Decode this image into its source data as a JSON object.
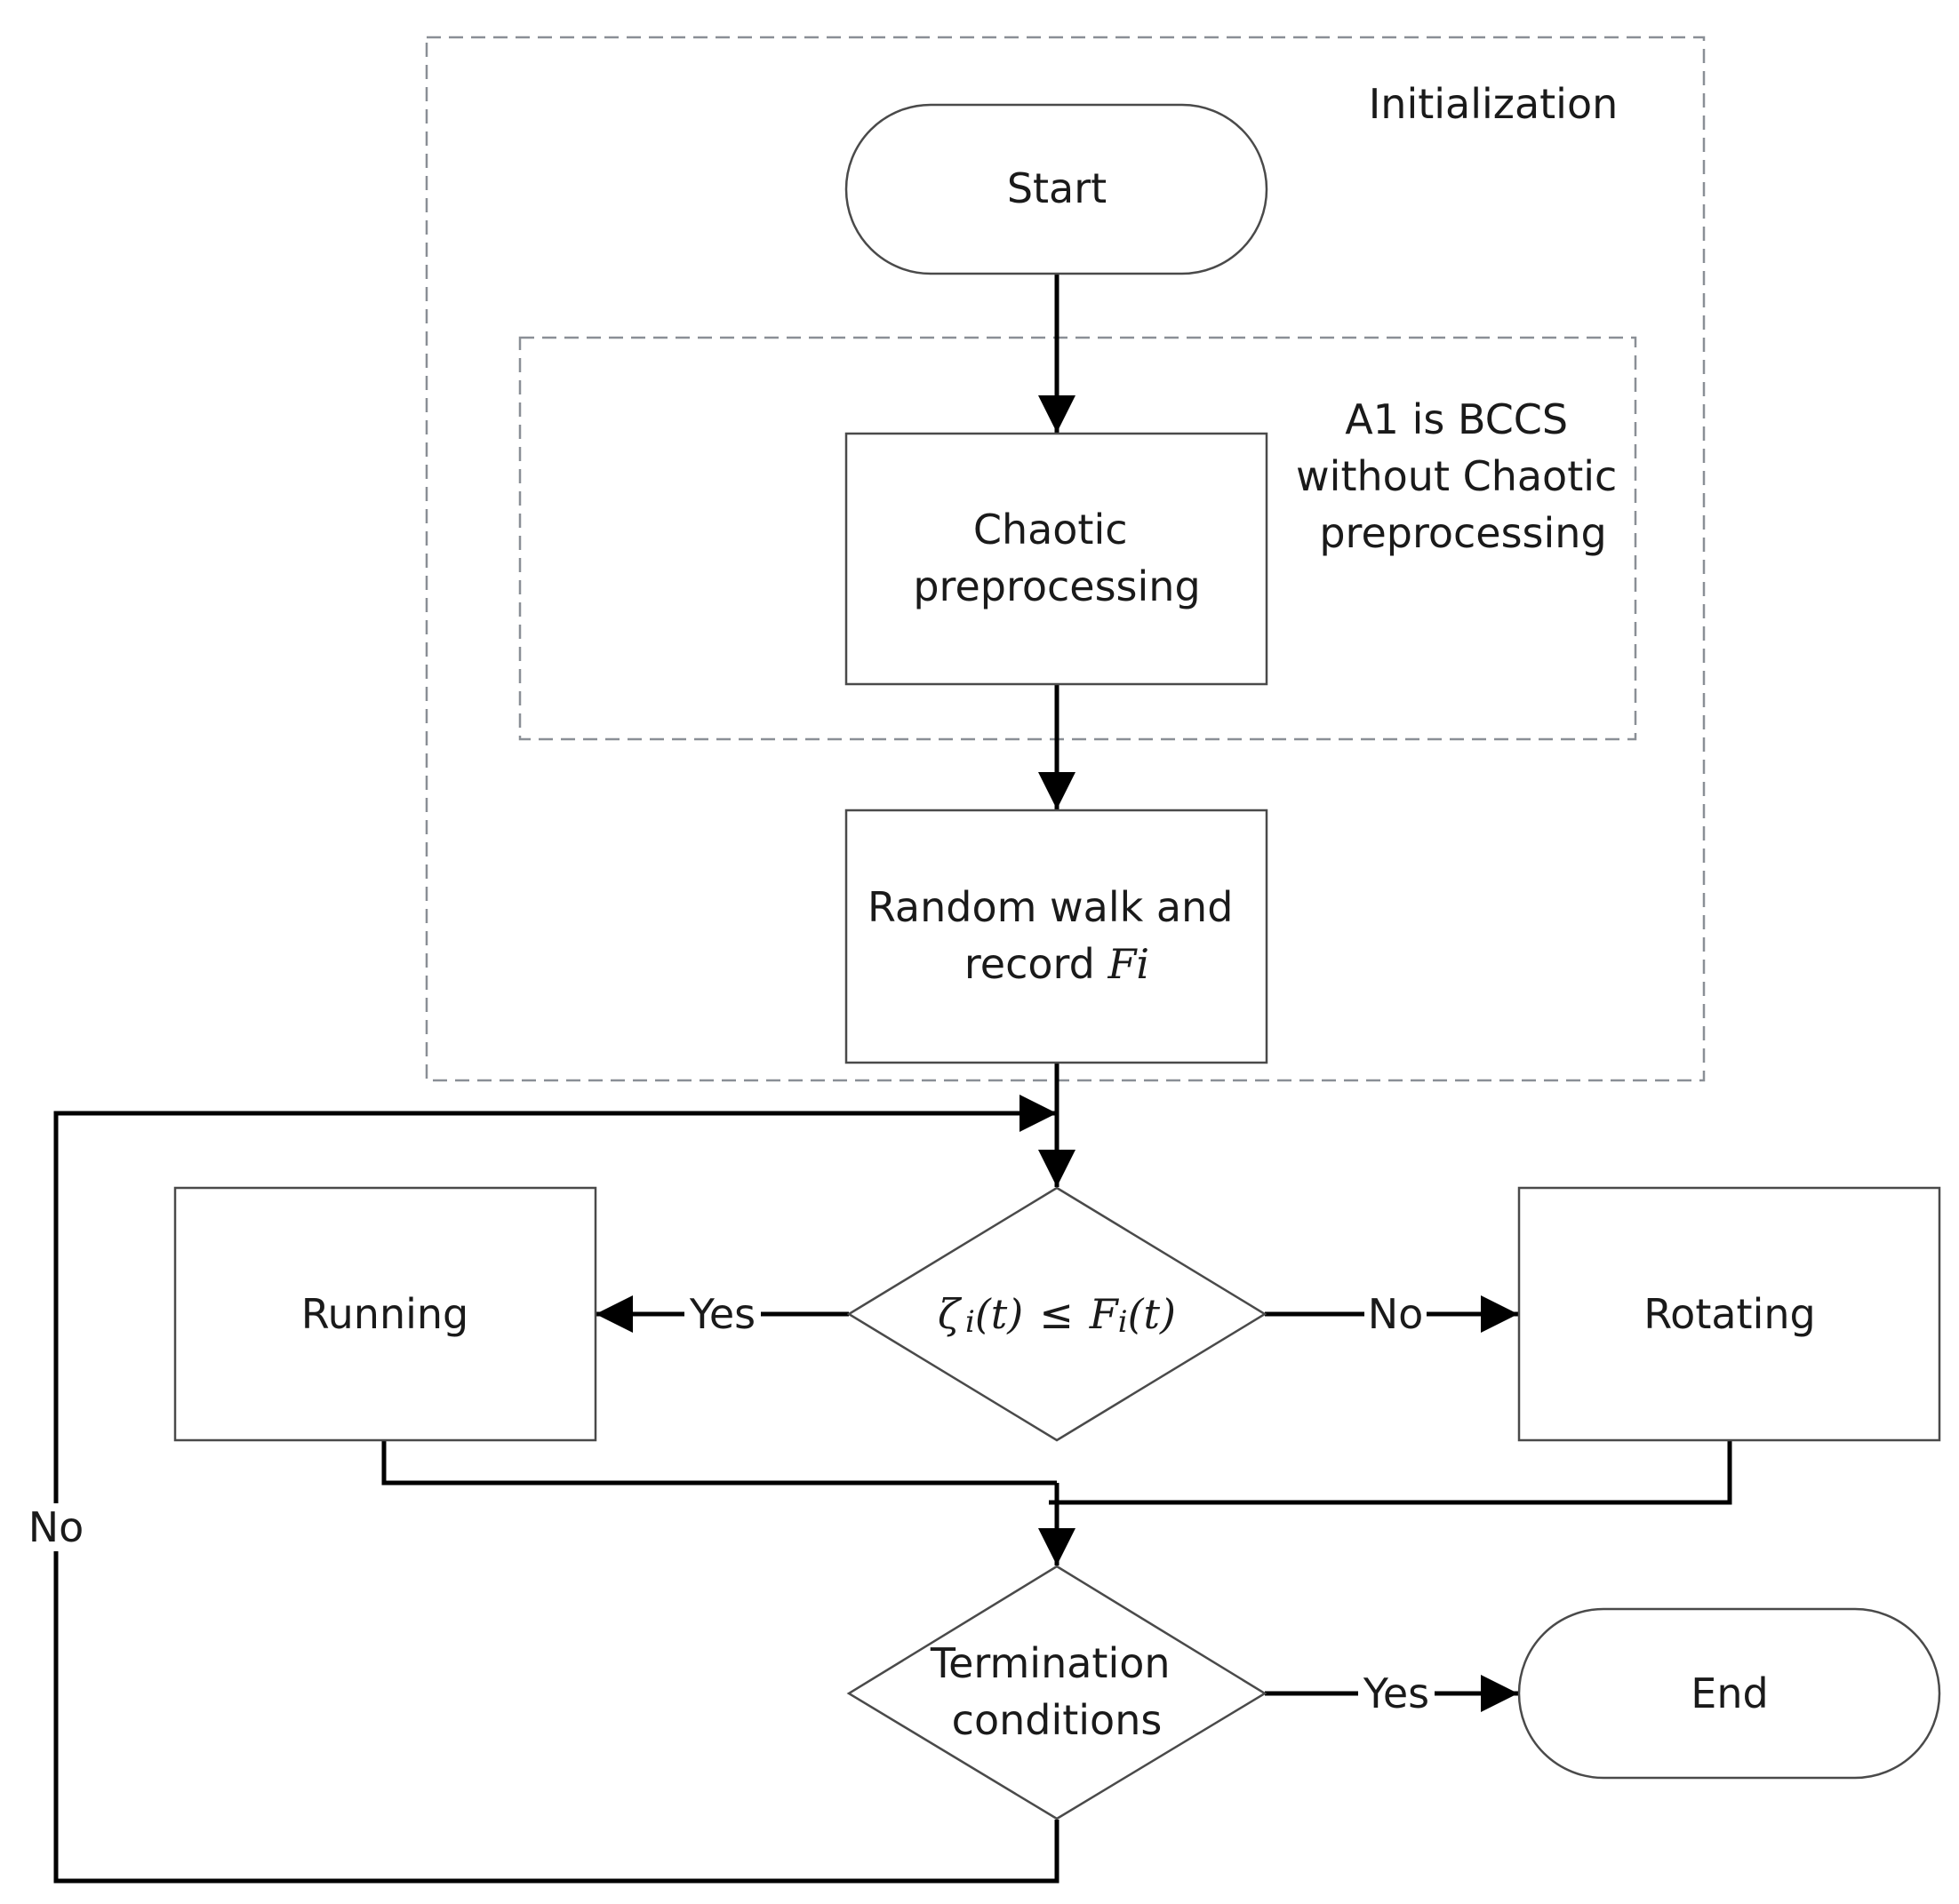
{
  "diagram": {
    "groups": {
      "initialization": "Initialization",
      "a1_note": [
        "A1 is BCCS",
        "without Chaotic",
        "preprocessing"
      ]
    },
    "nodes": {
      "start": "Start",
      "chaotic": [
        "Chaotic",
        "preprocessing"
      ],
      "random_walk": [
        "Random walk and",
        "record "
      ],
      "random_walk_var": "Fi",
      "condition": {
        "zeta": "ζ",
        "zeta_sub": "i",
        "lhs_arg": "(t)",
        "op": "≤",
        "rhs": "F",
        "rhs_sub": "i",
        "rhs_arg": "(t)"
      },
      "running": "Running",
      "rotating": "Rotating",
      "termination": [
        "Termination",
        "conditions"
      ],
      "end": "End"
    },
    "edge_labels": {
      "cond_yes": "Yes",
      "cond_no": "No",
      "term_yes": "Yes",
      "term_no": "No"
    }
  }
}
